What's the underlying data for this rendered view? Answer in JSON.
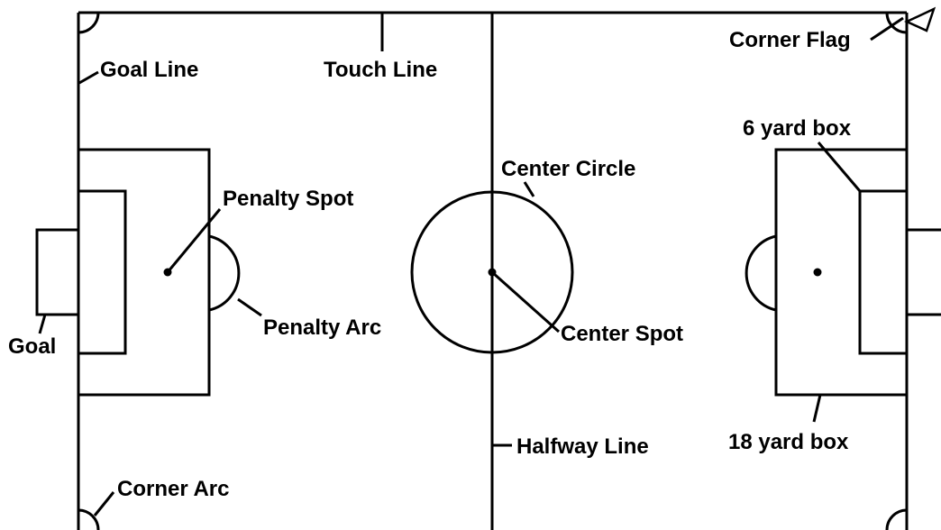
{
  "labels": {
    "goal_line": "Goal Line",
    "touch_line": "Touch Line",
    "corner_flag": "Corner Flag",
    "six_yard_box": "6 yard box",
    "center_circle": "Center Circle",
    "penalty_spot": "Penalty Spot",
    "penalty_arc": "Penalty Arc",
    "center_spot": "Center Spot",
    "goal": "Goal",
    "halfway_line": "Halfway Line",
    "eighteen_yard_box": "18 yard box",
    "corner_arc": "Corner Arc"
  },
  "colors": {
    "line": "#000000",
    "background": "#ffffff"
  }
}
